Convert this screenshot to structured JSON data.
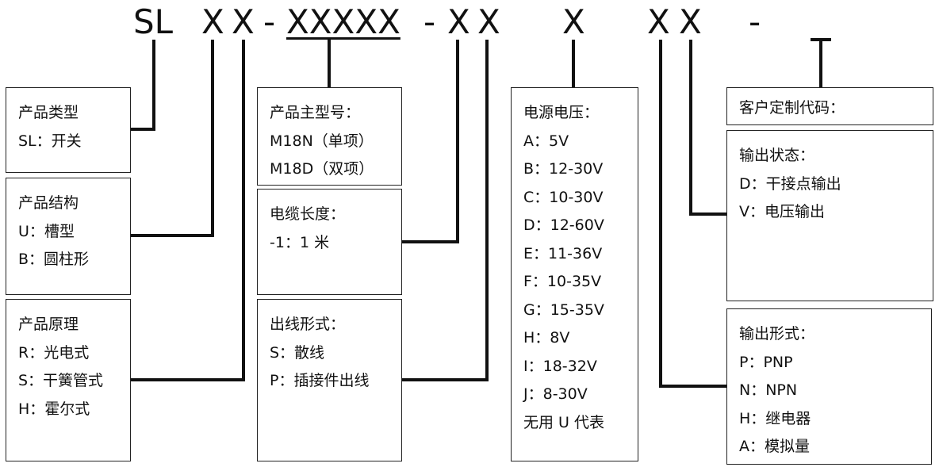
{
  "code": {
    "sl": "SL",
    "x1": "X",
    "x2": "X",
    "dash1": "-",
    "xxxxx": "XXXXX",
    "dash2": "-",
    "x3": "X",
    "x4": "X",
    "x5": "X",
    "x6": "X",
    "x7": "X",
    "dash3": "-"
  },
  "boxes": {
    "product_type": {
      "title": "产品类型",
      "lines": [
        "SL：开关"
      ]
    },
    "product_structure": {
      "title": "产品结构",
      "lines": [
        "U：槽型",
        "B：圆柱形"
      ]
    },
    "product_principle": {
      "title": "产品原理",
      "lines": [
        "R：光电式",
        "S：干簧管式",
        "H：霍尔式"
      ]
    },
    "main_model": {
      "title": "产品主型号：",
      "lines": [
        "M18N（单项）",
        "M18D（双项）"
      ]
    },
    "cable_length": {
      "title": "电缆长度：",
      "lines": [
        "-1：1 米"
      ]
    },
    "outlet_form": {
      "title": "出线形式：",
      "lines": [
        "S：散线",
        "P：插接件出线"
      ]
    },
    "supply_voltage": {
      "title": "电源电压：",
      "lines": [
        "A：5V",
        "B：12-30V",
        "C：10-30V",
        "D：12-60V",
        "E：11-36V",
        "F：10-35V",
        "G：15-35V",
        "H：8V",
        "I：18-32V",
        "J：8-30V",
        "无用 U 代表"
      ]
    },
    "customer_code": {
      "title": "客户定制代码：",
      "lines": []
    },
    "output_state": {
      "title": "输出状态：",
      "lines": [
        "D：干接点输出",
        "V：电压输出"
      ]
    },
    "output_form": {
      "title": "输出形式：",
      "lines": [
        "P：PNP",
        "N：NPN",
        "H：继电器",
        "A：模拟量"
      ]
    }
  }
}
